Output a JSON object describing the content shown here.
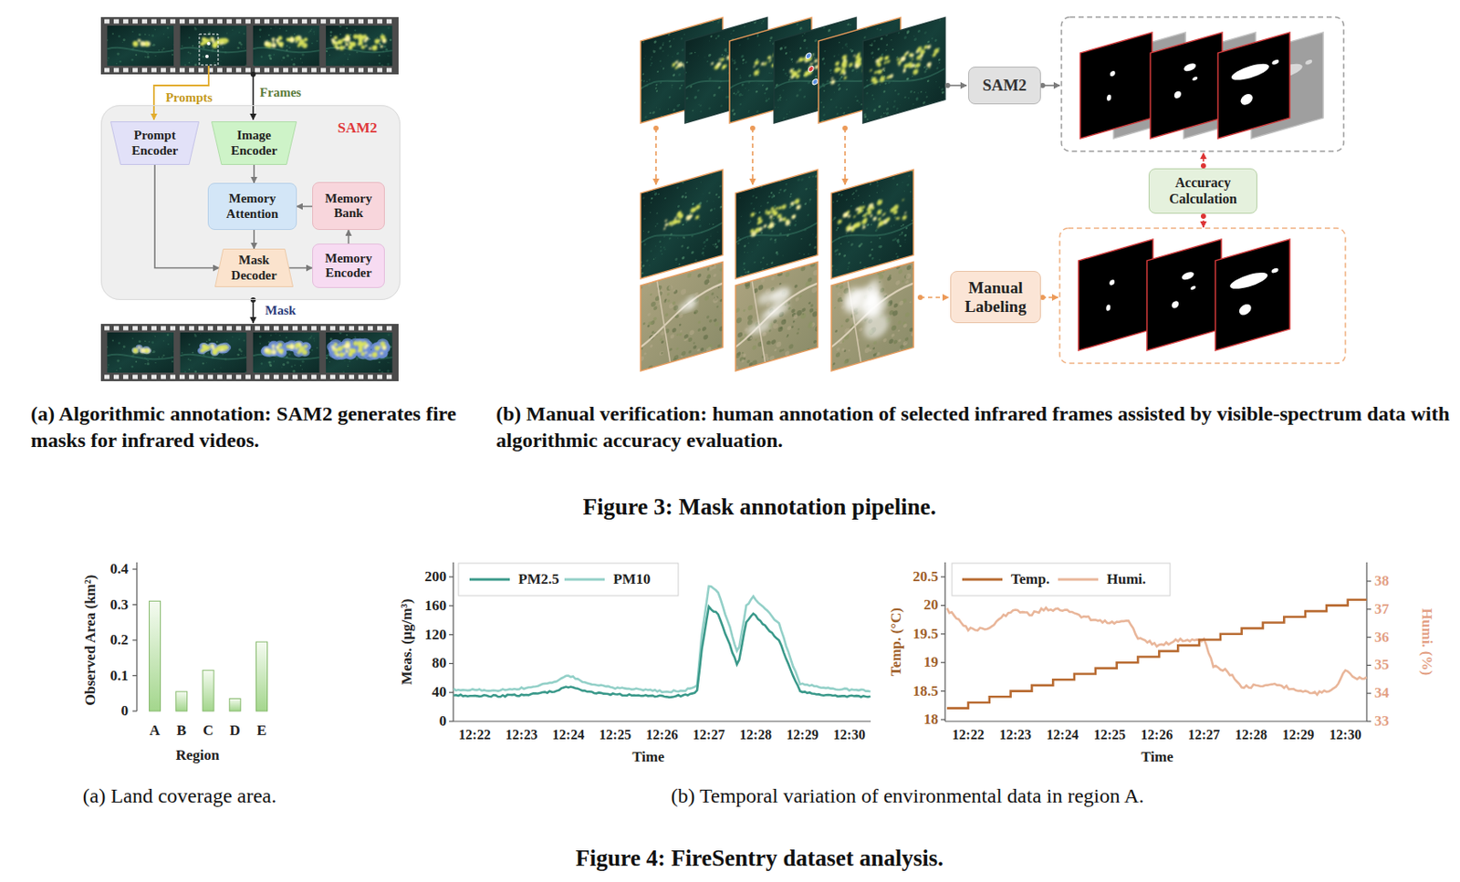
{
  "diagram": {
    "caption": "Figure 3: Mask annotation pipeline.",
    "nodes": [
      {
        "text": [
          "SAM2"
        ]
      },
      {
        "text": [
          "Prompt Encoder"
        ],
        "in": 0
      },
      {
        "text": [
          "Image Encoder"
        ],
        "in": 0
      },
      {
        "text": [
          "Memory Attention"
        ],
        "in": 0
      },
      {
        "text": [
          "Memory Bank"
        ],
        "in": 0
      },
      {
        "text": [
          "Mask Decoder"
        ],
        "in": 0
      },
      {
        "text": [
          "Memory Encoder"
        ],
        "in": 0
      },
      {
        "text": [
          "SAM2"
        ]
      },
      {
        "text": [
          "Accuracy Calculation"
        ]
      },
      {
        "text": [
          "Manual Labeling"
        ]
      }
    ],
    "edges": [
      {
        "from": 2,
        "to": 3,
        "arrow": "to"
      },
      {
        "from": 4,
        "to": 3,
        "arrow": "to"
      },
      {
        "from": 3,
        "to": 5,
        "arrow": "to"
      },
      {
        "from": 1,
        "to": 5,
        "arrow": "to"
      },
      {
        "from": 5,
        "to": 6,
        "arrow": "to"
      },
      {
        "from": 6,
        "to": 4,
        "arrow": "to"
      }
    ],
    "labels": [
      "Prompts",
      "Frames",
      "Mask",
      "(a) Algorithmic annotation: SAM2 generates fire masks for infrared videos.",
      "(b) Manual verification: human annotation of selected infrared frames assisted by visible-spectrum data with algorithmic accuracy evaluation.",
      "0.4",
      "0.3",
      "0.2",
      "0.1",
      "0",
      "Observed Area (km²)",
      "A",
      "B",
      "C",
      "D",
      "E",
      "Region",
      "(a) Land coverage area.",
      "200",
      "160",
      "120",
      "80",
      "40",
      "0",
      "Meas. (μg/m³)",
      "12:22",
      "12:23",
      "12:24",
      "12:25",
      "12:26",
      "12:27",
      "12:28",
      "12:29",
      "12:30",
      "Time",
      "20.5",
      "20",
      "19.5",
      "19",
      "18.5",
      "18",
      "Temp. (°C)",
      "38",
      "37",
      "36",
      "35",
      "34",
      "33",
      "Humi. (%)",
      "12:22",
      "12:23",
      "12:24",
      "12:25",
      "12:26",
      "12:27",
      "12:28",
      "12:29",
      "12:30",
      "Time",
      "(b) Temporal variation of environmental data in region A.",
      "Figure 4: FireSentry dataset analysis."
    ],
    "legend": [
      {
        "text": "PM2.5"
      },
      {
        "text": "PM10"
      },
      {
        "text": "Temp."
      },
      {
        "text": "Humi."
      }
    ]
  }
}
